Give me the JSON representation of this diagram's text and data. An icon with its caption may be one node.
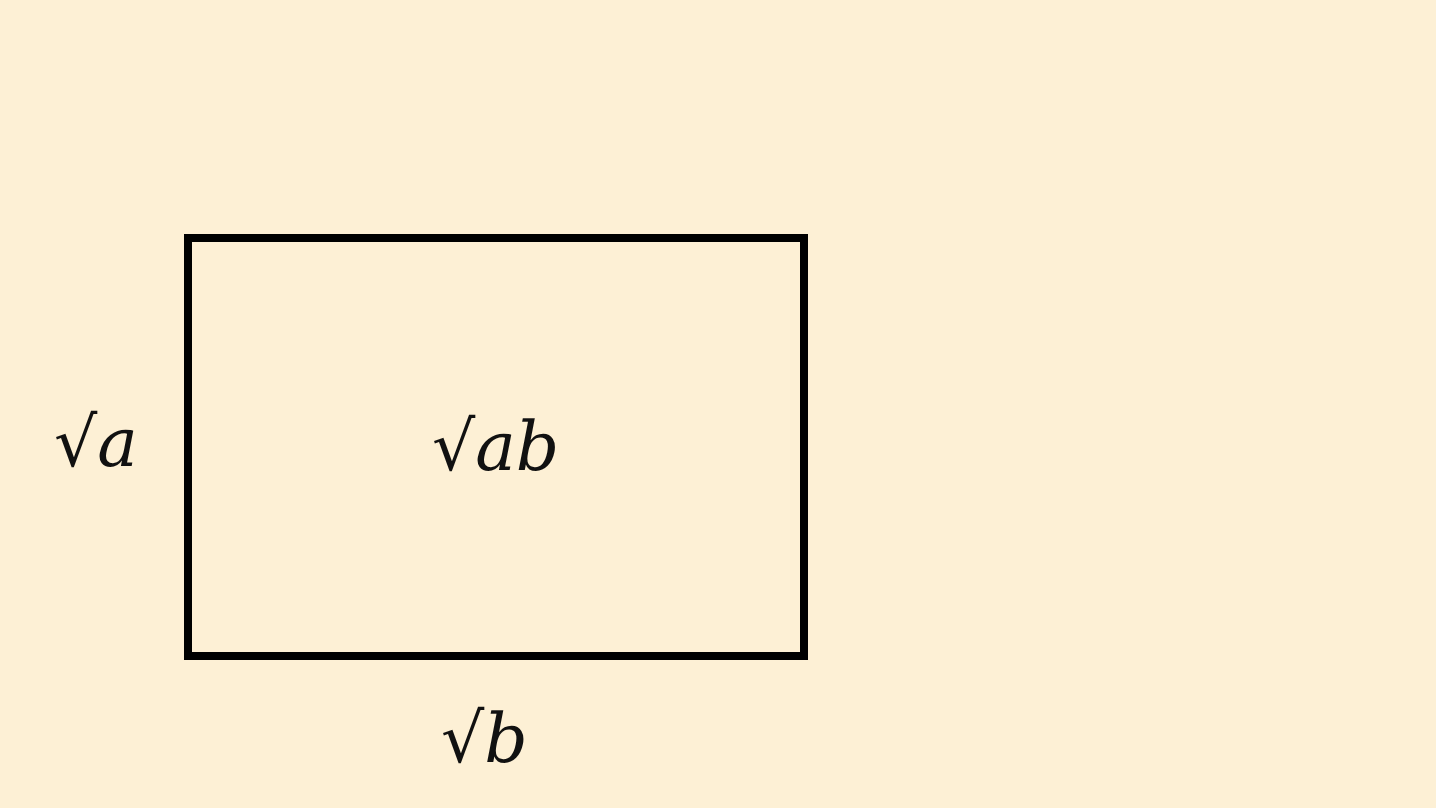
{
  "diagram": {
    "nodes": [
      {
        "text": [
          "√ab"
        ]
      }
    ],
    "edges": [],
    "labels": [
      "√a",
      "√b"
    ]
  }
}
